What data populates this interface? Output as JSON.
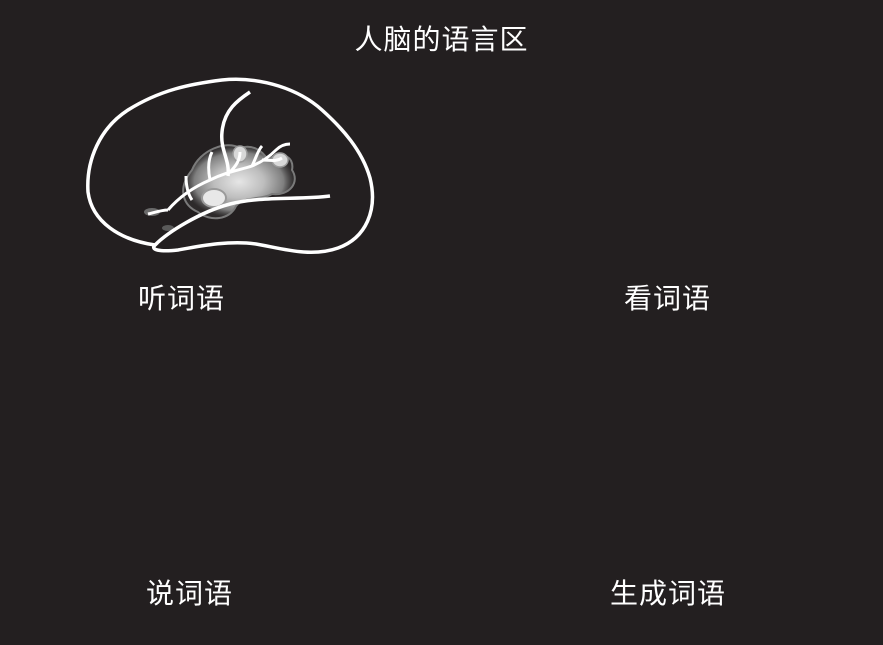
{
  "title": "人脑的语言区",
  "panels": {
    "listen": {
      "label": "听词语"
    },
    "see": {
      "label": "看词语"
    },
    "speak": {
      "label": "说词语"
    },
    "generate": {
      "label": "生成词语"
    }
  },
  "colors": {
    "background": "#231f20",
    "outline": "#ffffff",
    "activation_outer": "#8a8a8a",
    "activation_mid": "#b8b8b8",
    "activation_inner": "#e0e0e0"
  },
  "icons": {
    "head": "head-3d-render-icon"
  }
}
